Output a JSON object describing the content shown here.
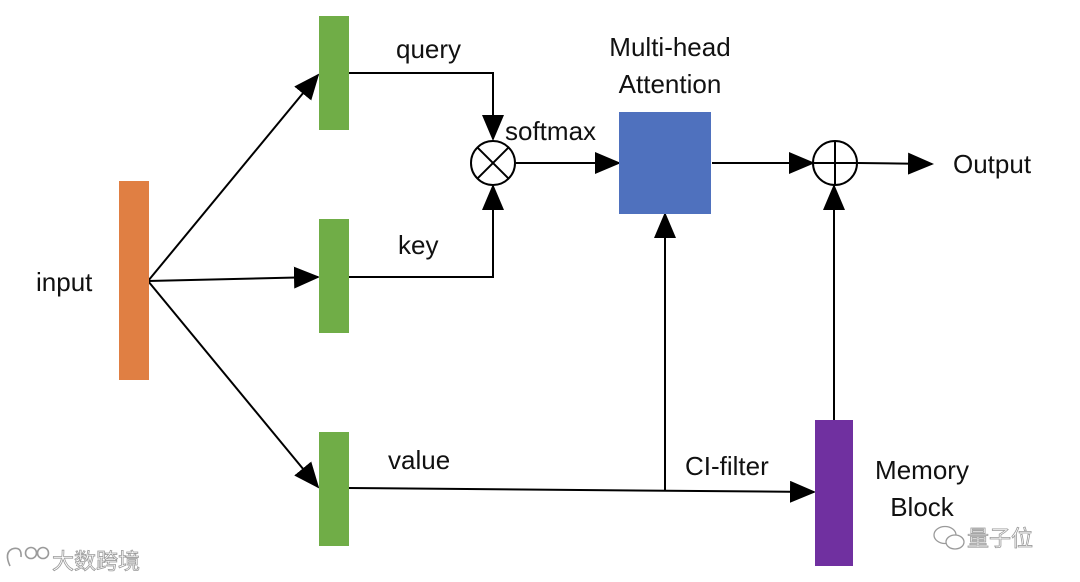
{
  "diagram": {
    "nodes": {
      "input": {
        "label": "input",
        "color": "#E07F43"
      },
      "query": {
        "label": "query",
        "color": "#70AD47"
      },
      "key": {
        "label": "key",
        "color": "#70AD47"
      },
      "value": {
        "label": "value",
        "color": "#70AD47"
      },
      "attention": {
        "label_line1": "Multi-head",
        "label_line2": "Attention",
        "color": "#4F71BE"
      },
      "memory": {
        "label_line1": "Memory",
        "label_line2": "Block",
        "color": "#7030A0"
      }
    },
    "operators": {
      "multiply": {
        "symbol": "⊗",
        "caption": "softmax"
      },
      "add": {
        "symbol": "⊕"
      }
    },
    "edge_labels": {
      "ci_filter": "CI-filter"
    },
    "output": {
      "label": "Output"
    }
  },
  "watermarks": {
    "left": "大数跨境",
    "right": "量子位"
  }
}
